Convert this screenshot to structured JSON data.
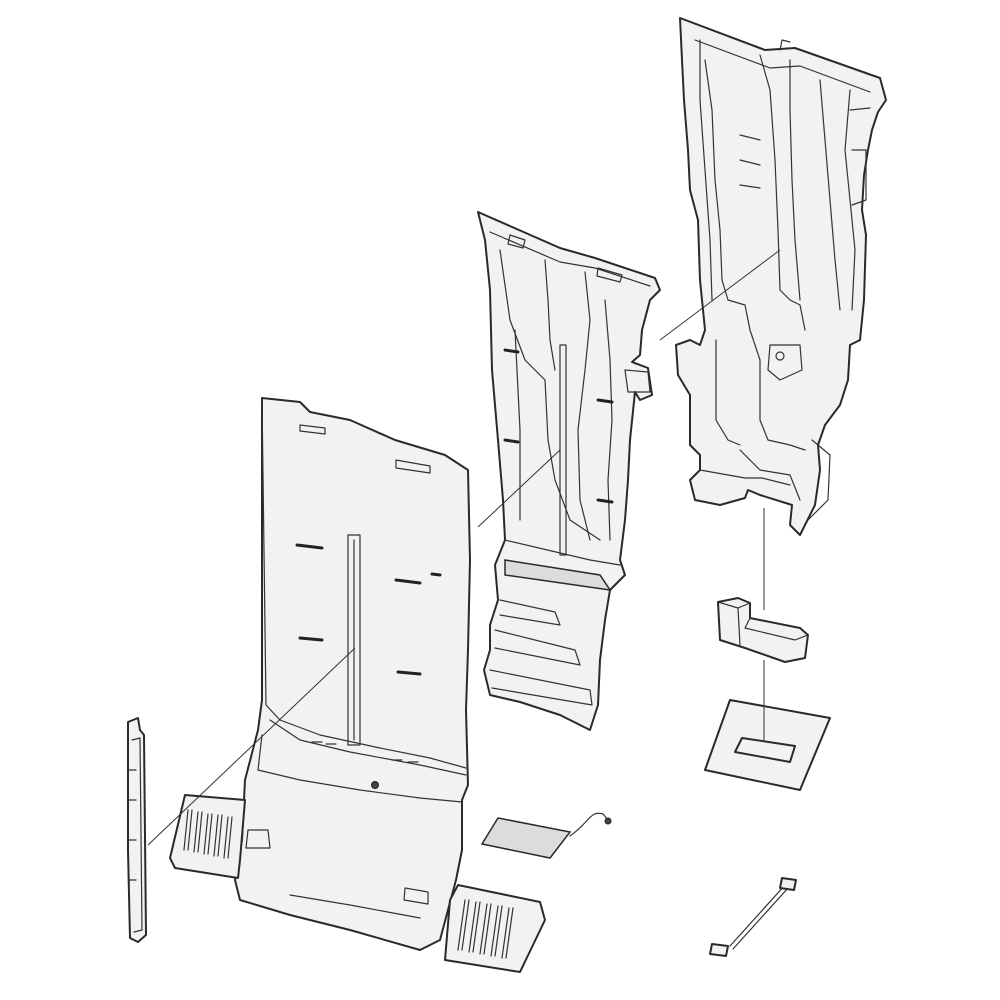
{
  "diagram": {
    "type": "exploded-parts-view",
    "line_color": "#2a2a2a",
    "fill_color": "#f2f2f2",
    "background": "#ffffff",
    "parts": [
      "air-duct-rear-housing",
      "air-duct-middle-cover",
      "air-duct-front-panel",
      "side-rail-bracket",
      "damper-control-unit",
      "foam-gasket",
      "insulation-pad-with-sensor",
      "wire-harness"
    ]
  }
}
